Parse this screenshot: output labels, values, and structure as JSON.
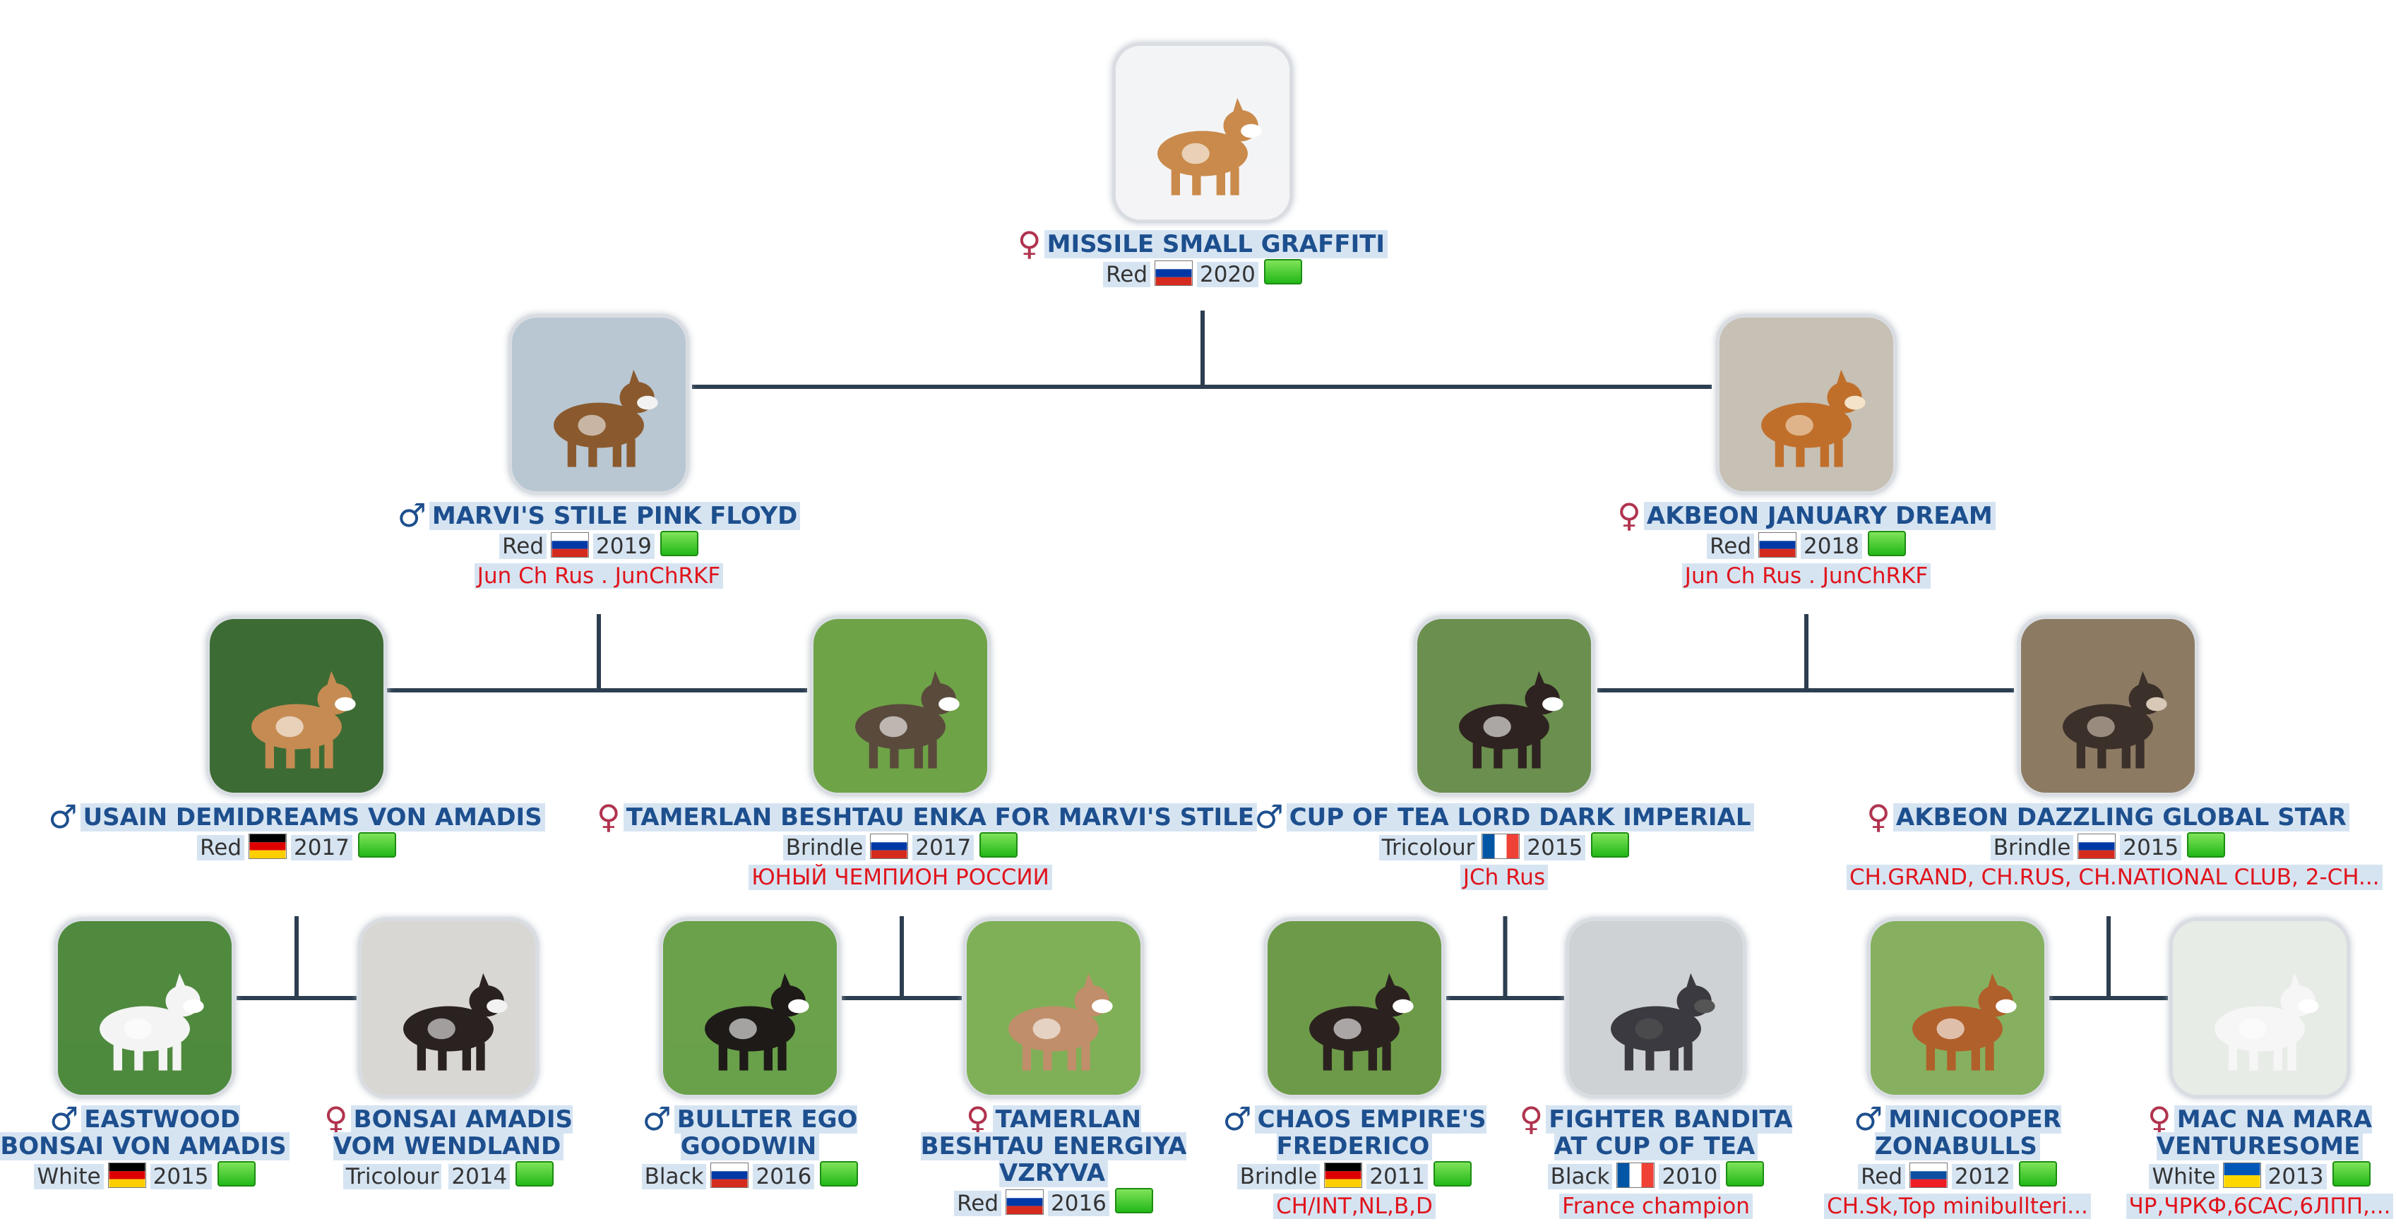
{
  "pedigree": {
    "dog": {
      "name": "MISSILE SMALL GRAFFITI",
      "sex": "female",
      "sex_symbol": "♀",
      "color": "Red",
      "country": "Russia",
      "year": "2020",
      "titles": "",
      "photo_icon": "dog-photo"
    },
    "sire": {
      "name": "MARVI'S STILE PINK FLOYD",
      "sex": "male",
      "sex_symbol": "♂",
      "color": "Red",
      "country": "Russia",
      "year": "2019",
      "titles": "Jun Ch Rus . JunChRKF",
      "photo_icon": "dog-photo"
    },
    "dam": {
      "name": "AKBEON JANUARY DREAM",
      "sex": "female",
      "sex_symbol": "♀",
      "color": "Red",
      "country": "Russia",
      "year": "2018",
      "titles": "Jun Ch Rus . JunChRKF",
      "photo_icon": "dog-photo"
    },
    "sire_sire": {
      "name": "USAIN DEMIDREAMS VON AMADIS",
      "sex": "male",
      "sex_symbol": "♂",
      "color": "Red",
      "country": "Germany",
      "year": "2017",
      "titles": "",
      "photo_icon": "dog-photo"
    },
    "sire_dam": {
      "name": "TAMERLAN BESHTAU ENKA FOR MARVI'S STILE",
      "sex": "female",
      "sex_symbol": "♀",
      "color": "Brindle",
      "country": "Russia",
      "year": "2017",
      "titles": "ЮНЫЙ ЧЕМПИОН РОССИИ",
      "photo_icon": "dog-photo"
    },
    "dam_sire": {
      "name": "CUP OF TEA LORD DARK IMPERIAL",
      "sex": "male",
      "sex_symbol": "♂",
      "color": "Tricolour",
      "country": "France",
      "year": "2015",
      "titles": "JCh Rus",
      "photo_icon": "dog-photo"
    },
    "dam_dam": {
      "name": "AKBEON DAZZLING GLOBAL STAR",
      "sex": "female",
      "sex_symbol": "♀",
      "color": "Brindle",
      "country": "Russia",
      "year": "2015",
      "titles": "CH.GRAND, CH.RUS, CH.NATIONAL CLUB, 2-CH...",
      "photo_icon": "dog-photo"
    },
    "ggp": [
      {
        "name": "EASTWOOD BONSAI VON AMADIS",
        "sex": "male",
        "sex_symbol": "♂",
        "color": "White",
        "country": "Germany",
        "year": "2015",
        "titles": ""
      },
      {
        "name": "BONSAI AMADIS VOM WENDLAND",
        "sex": "female",
        "sex_symbol": "♀",
        "color": "Tricolour",
        "country": "",
        "year": "2014",
        "titles": ""
      },
      {
        "name": "BULLTER EGO GOODWIN",
        "sex": "male",
        "sex_symbol": "♂",
        "color": "Black",
        "country": "Russia",
        "year": "2016",
        "titles": ""
      },
      {
        "name": "TAMERLAN BESHTAU ENERGIYA VZRYVA",
        "sex": "female",
        "sex_symbol": "♀",
        "color": "Red",
        "country": "Russia",
        "year": "2016",
        "titles": ""
      },
      {
        "name": "CHAOS EMPIRE'S FREDERICO",
        "sex": "male",
        "sex_symbol": "♂",
        "color": "Brindle",
        "country": "Germany",
        "year": "2011",
        "titles": "CH/INT,NL,B,D"
      },
      {
        "name": "FIGHTER BANDITA AT CUP OF TEA",
        "sex": "female",
        "sex_symbol": "♀",
        "color": "Black",
        "country": "France",
        "year": "2010",
        "titles": "France champion"
      },
      {
        "name": "MINICOOPER ZONABULLS",
        "sex": "male",
        "sex_symbol": "♂",
        "color": "Red",
        "country": "Slovakia",
        "year": "2012",
        "titles": "CH.Sk,Top minibullteri..."
      },
      {
        "name": "MAC NA MARA VENTURESOME",
        "sex": "female",
        "sex_symbol": "♀",
        "color": "White",
        "country": "Ukraine",
        "year": "2013",
        "titles": "ЧР,ЧРКФ,6CAC,6ЛПП,..."
      }
    ],
    "colors": {
      "name": "#1d4f8e",
      "male_symbol": "#1d4f8e",
      "female_symbol": "#b0344f",
      "title": "#e0141c",
      "status": "#2ecc1a",
      "line": "#2c3e50"
    }
  }
}
